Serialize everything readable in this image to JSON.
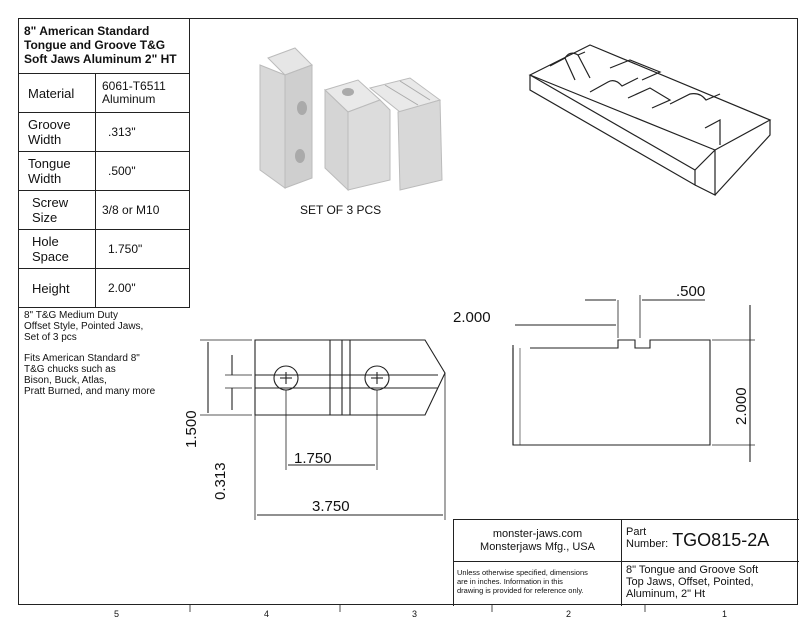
{
  "spec_table": {
    "title_lines": [
      "8\" American Standard",
      "Tongue and Groove T&G",
      "Soft Jaws Aluminum 2\" HT"
    ],
    "rows": [
      {
        "label": "Material",
        "value_lines": [
          "6061-T6511",
          "Aluminum"
        ]
      },
      {
        "label_lines": [
          "Groove",
          "Width"
        ],
        "value": ".313\""
      },
      {
        "label_lines": [
          "Tongue",
          "Width"
        ],
        "value": ".500\""
      },
      {
        "label_lines": [
          "Screw",
          "Size"
        ],
        "value": "3/8 or M10"
      },
      {
        "label_lines": [
          "Hole",
          "Space"
        ],
        "value": "1.750\""
      },
      {
        "label": "Height",
        "value": "2.00\""
      }
    ]
  },
  "notes": {
    "para1": [
      "8\" T&G Medium Duty",
      "Offset Style, Pointed Jaws,",
      "Set of 3 pcs"
    ],
    "para2": [
      "Fits American Standard 8\"",
      "T&G chucks such as",
      "Bison, Buck, Atlas,",
      "Pratt Burned, and many more"
    ]
  },
  "caption": "SET OF 3 PCS",
  "dimensions": {
    "d_2000_top": "2.000",
    "d_500": ".500",
    "d_2000_side": "2.000",
    "d_1500": "1.500",
    "d_0313": "0.313",
    "d_1750": "1.750",
    "d_3750": "3.750"
  },
  "title_block": {
    "company_url": "monster-jaws.com",
    "company_name": "Monsterjaws Mfg., USA",
    "part_label_1": "Part",
    "part_label_2": "Number:",
    "part_number": "TGO815-2A",
    "disclaimer_lines": [
      "Unless otherwise specified, dimensions",
      "are in inches.  Information in this",
      "drawing is provided for reference only."
    ],
    "description_lines": [
      "8\" Tongue and Groove Soft",
      "Top Jaws, Offset, Pointed,",
      "Aluminum, 2\" Ht"
    ]
  },
  "zones": [
    "5",
    "4",
    "3",
    "2",
    "1"
  ]
}
